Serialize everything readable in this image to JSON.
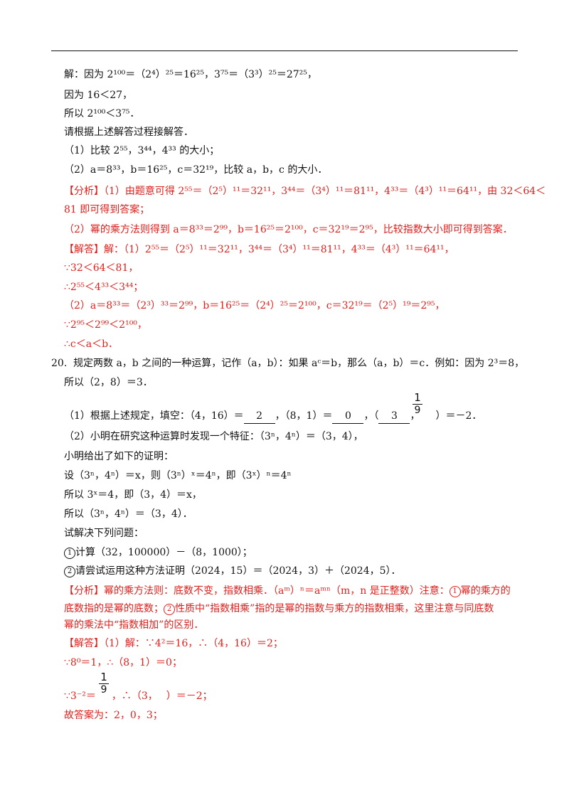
{
  "intro": {
    "l1": "解：因为 2¹⁰⁰＝（2⁴）²⁵＝16²⁵，3⁷⁵＝（3³）²⁵＝27²⁵，",
    "l2": "因为 16＜27，",
    "l3": "所以 2¹⁰⁰＜3⁷⁵．",
    "l4": "请根据上述解答过程接解答．",
    "l5": "（1）比较 2⁵⁵，3⁴⁴，4³³ 的大小；",
    "l6": "（2）a＝8³³，b＝16²⁵，c＝32¹⁹，比较 a，b，c 的大小．"
  },
  "q19": {
    "analysis_tag": "【分析】",
    "analysis_1a": "（1）由题意可得 2⁵⁵＝（2⁵）¹¹＝32¹¹，3⁴⁴＝（3⁴）¹¹＝81¹¹，4³³＝（4³）¹¹＝64¹¹，由 32＜64＜",
    "analysis_1b": "81 即可得到答案；",
    "analysis_2": "（2）幂的乘方法则得到 a＝8³³＝2⁹⁹，b＝16²⁵＝2¹⁰⁰，c＝32¹⁹＝2⁹⁵，比较指数大小即可得到答案．",
    "answer_tag": "【解答】",
    "answer_1": "解：（1）2⁵⁵＝（2⁵）¹¹＝32¹¹，3⁴⁴＝（3⁴）¹¹＝81¹¹，4³³＝（4³）¹¹＝64¹¹，",
    "answer_2": "∵32＜64＜81，",
    "answer_3": "∴2⁵⁵＜4³³＜3⁴⁴；",
    "answer_4": "（2）a＝8³³＝（2³）³³＝2⁹⁹，b＝16²⁵＝（2⁴）²⁵＝2¹⁰⁰，c＝32¹⁹＝（2⁵）¹⁹＝2⁹⁵，",
    "answer_5": "∵2⁹⁵＜2⁹⁹＜2¹⁰⁰，",
    "answer_6": "∴c＜a＜b．"
  },
  "q20": {
    "number": "20.",
    "stem_1": "规定两数 a，b 之间的一种运算，记作（a，b）：如果 aᶜ＝b，那么（a，b）＝c．例如：因为 2³＝8，",
    "stem_2": "所以（2，8）＝3．",
    "part1_lead": "（1）根据上述规定，填空：（4，16）＝",
    "blank1": "2",
    "sep1": "，（8，1）＝",
    "blank2": "0",
    "sep2": "，（",
    "blank3": "3",
    "sep3": "，",
    "frac_num": "1",
    "frac_den": "9",
    "part1_tail": "）＝－2．",
    "part2": "（2）小明在研究这种运算时发现一个特征：（3ⁿ，4ⁿ）＝（3，4），",
    "proof_intro": "小明给出了如下的证明：",
    "proof_1": "设（3ⁿ，4ⁿ）＝x，则（3ⁿ）ˣ＝4ⁿ，即（3ˣ）ⁿ＝4ⁿ",
    "proof_2": "所以 3ˣ＝4，即（3，4）＝x，",
    "proof_3": "所以（3ⁿ，4ⁿ）＝（3，4）．",
    "task_intro": "试解决下列问题：",
    "task_1": "计算（32，100000）－（8，1000）；",
    "task_2": "请尝试运用这种方法证明（2024，15）＝（2024，3）＋（2024，5）．",
    "task_marker_1": "1",
    "task_marker_2": "2",
    "analysis_tag": "【分析】",
    "analysis_1": "幂的乘方法则：底数不变，指数相乘．（aᵐ）ⁿ＝aᵐⁿ（m，n 是正整数）注意：",
    "analysis_1_tail": "幂的乘方的",
    "analysis_2a": "底数指的是幂的底数；",
    "analysis_2b": "性质中“指数相乘”指的是幂的指数与乘方的指数相乘，这里注意与同底数",
    "analysis_3": "幂的乘法中“指数相加”的区别．",
    "answer_tag": "【解答】",
    "answer_1": "（1）解：∵4²＝16，∴（4，16）＝2；",
    "answer_2": "∵8⁰＝1，∴（8，1）＝0；",
    "answer_3a": "∵3⁻²＝",
    "answer_frac_num": "1",
    "answer_frac_den": "9",
    "answer_3b": "，∴（3，",
    "answer_3c": "）＝－2；",
    "answer_4": "故答案为：2，0，3；"
  },
  "colors": {
    "text": "#111111",
    "answer_red": "#e0201c"
  }
}
